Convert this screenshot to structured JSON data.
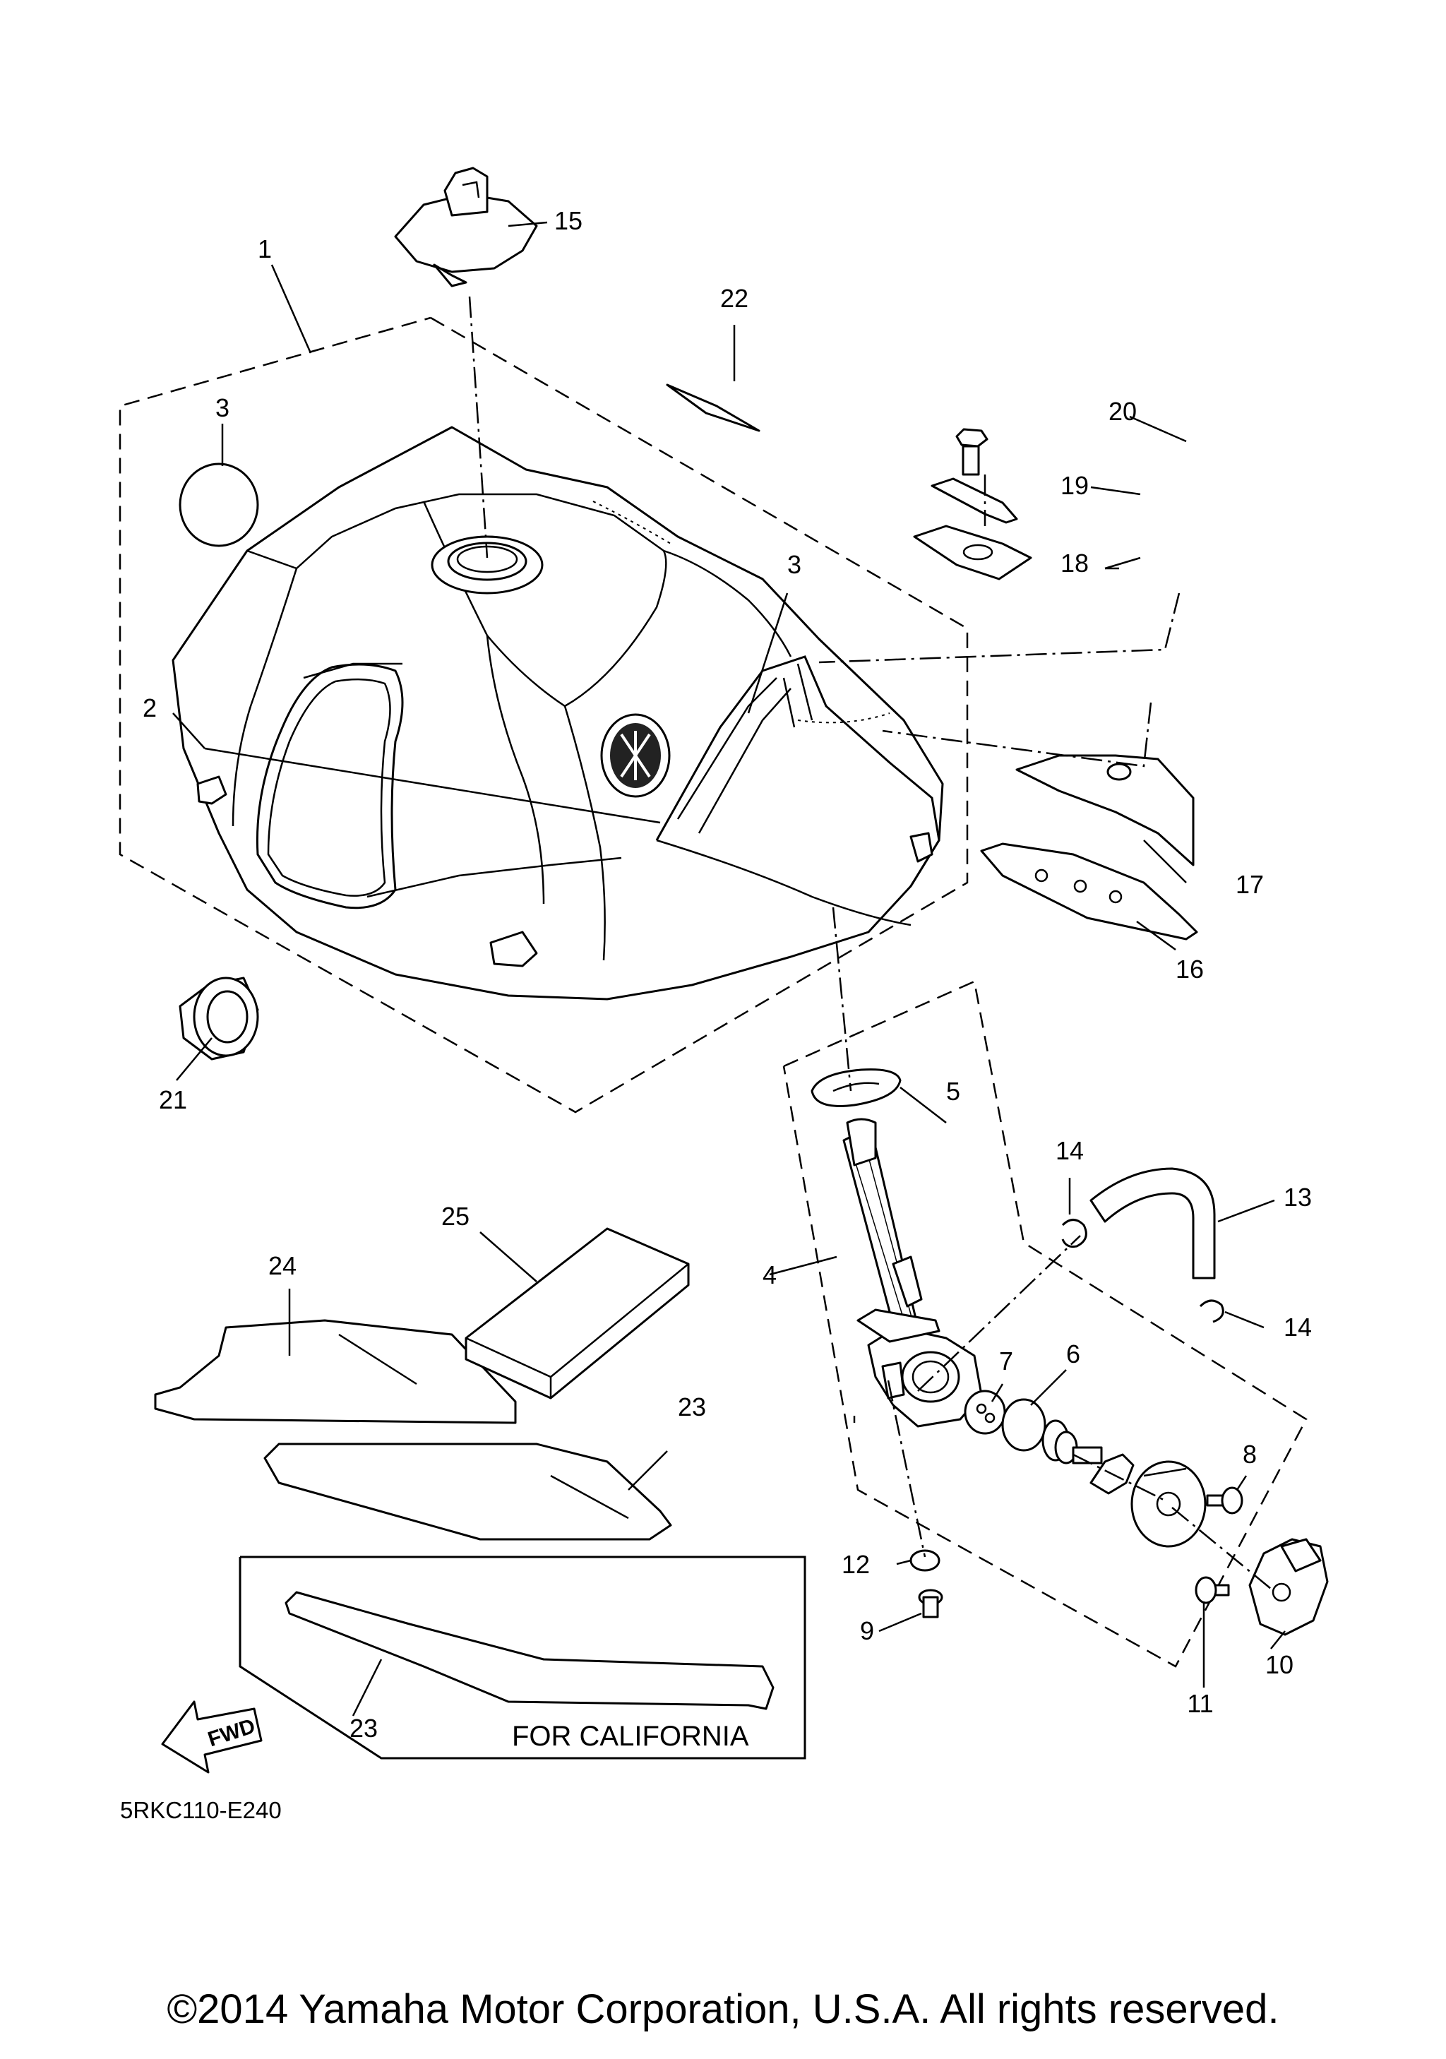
{
  "diagram": {
    "code": "5RKC110-E240",
    "california_note": "FOR CALIFORNIA",
    "fwd_label": "FWD",
    "copyright": "©2014 Yamaha Motor Corporation, U.S.A. All rights reserved.",
    "callouts": [
      {
        "id": "c1",
        "text": "1"
      },
      {
        "id": "c2",
        "text": "2"
      },
      {
        "id": "c3a",
        "text": "3"
      },
      {
        "id": "c3b",
        "text": "3"
      },
      {
        "id": "c4",
        "text": "4"
      },
      {
        "id": "c5",
        "text": "5"
      },
      {
        "id": "c6",
        "text": "6"
      },
      {
        "id": "c7",
        "text": "7"
      },
      {
        "id": "c8",
        "text": "8"
      },
      {
        "id": "c9",
        "text": "9"
      },
      {
        "id": "c10",
        "text": "10"
      },
      {
        "id": "c11",
        "text": "11"
      },
      {
        "id": "c12",
        "text": "12"
      },
      {
        "id": "c13",
        "text": "13"
      },
      {
        "id": "c14a",
        "text": "14"
      },
      {
        "id": "c14b",
        "text": "14"
      },
      {
        "id": "c15",
        "text": "15"
      },
      {
        "id": "c16",
        "text": "16"
      },
      {
        "id": "c17",
        "text": "17"
      },
      {
        "id": "c18",
        "text": "18"
      },
      {
        "id": "c19",
        "text": "19"
      },
      {
        "id": "c20",
        "text": "20"
      },
      {
        "id": "c21",
        "text": "21"
      },
      {
        "id": "c22",
        "text": "22"
      },
      {
        "id": "c23a",
        "text": "23"
      },
      {
        "id": "c23b",
        "text": "23"
      },
      {
        "id": "c24",
        "text": "24"
      },
      {
        "id": "c25",
        "text": "25"
      }
    ]
  }
}
